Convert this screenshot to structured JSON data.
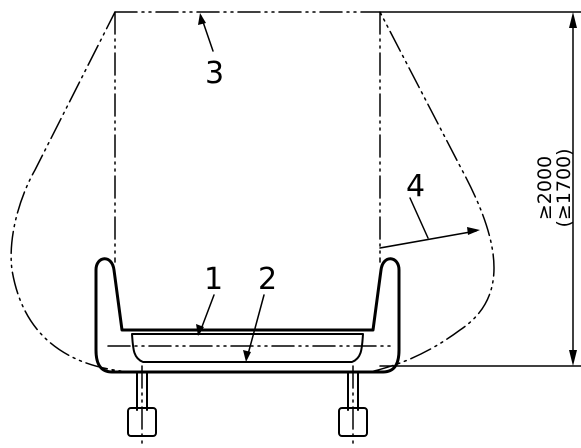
{
  "labels": {
    "l1": "1",
    "l2": "2",
    "l3": "3",
    "l4": "4"
  },
  "dimension": {
    "main": "≥2000",
    "alt": "(≥1700)"
  }
}
